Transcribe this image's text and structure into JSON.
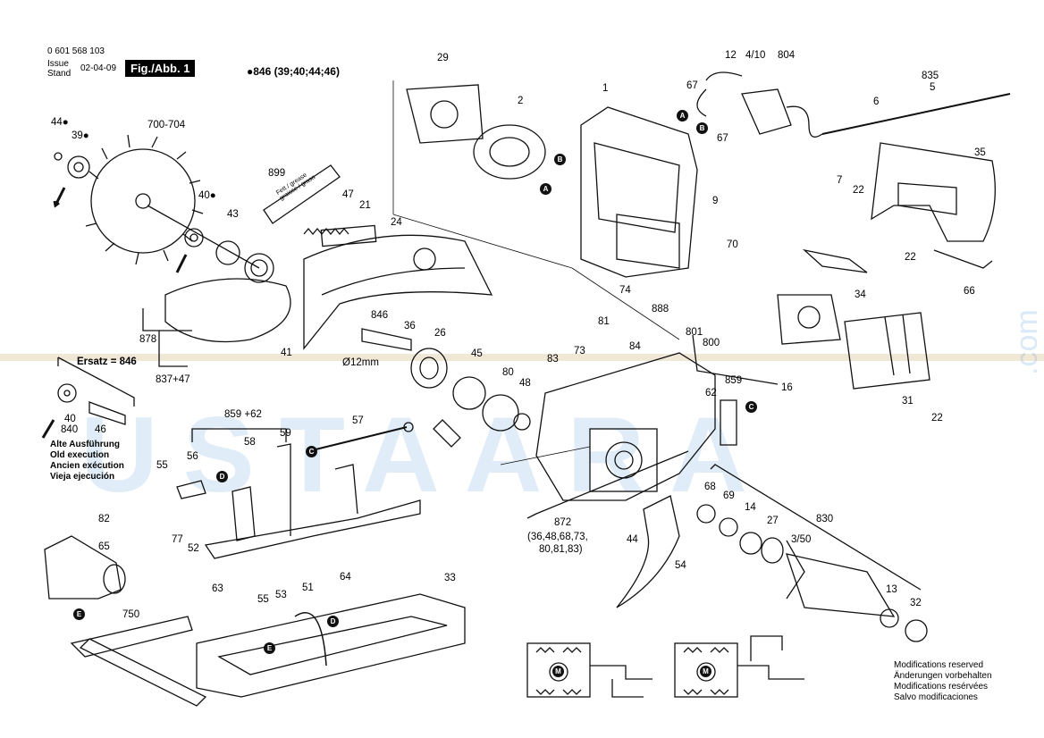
{
  "header": {
    "part_number": "0 601 568 103",
    "issue_label": "Issue",
    "stand_label": "Stand",
    "issue_date": "02-04-09",
    "figure_label": "Fig./Abb. 1",
    "note": "●846 (39;40;44;46)"
  },
  "watermark": {
    "text": "USTAARA",
    "domain": ".com"
  },
  "labels": {
    "l29": "29",
    "l2": "2",
    "l1": "1",
    "l12": "12",
    "l4_10": "4/10",
    "l804": "804",
    "l835": "835",
    "l5": "5",
    "l67a": "67",
    "l67b": "67",
    "l6": "6",
    "l35": "35",
    "l7": "7",
    "l22a": "22",
    "l22b": "22",
    "l22c": "22",
    "l44a": "44●",
    "l39": "39●",
    "l700_704": "700-704",
    "l40a": "40●",
    "l43": "43",
    "l899": "899",
    "l47": "47",
    "l21": "21",
    "l24": "24",
    "l9": "9",
    "l70": "70",
    "l74": "74",
    "l888": "888",
    "l34": "34",
    "l66": "66",
    "l878": "878",
    "l837_47": "837+47",
    "l41": "41",
    "l846a": "846",
    "l36": "36",
    "l26": "26",
    "l12mm": "Ø12mm",
    "l45": "45",
    "l81": "81",
    "l73": "73",
    "l84": "84",
    "l83": "83",
    "l80": "80",
    "l48": "48",
    "l801": "801",
    "l800": "800",
    "l16": "16",
    "l859": "859",
    "l62": "62",
    "l31": "31",
    "ersatz": "Ersatz = 846",
    "l40b": "40",
    "l840": "840",
    "l46": "46",
    "l859_62": "859 +62",
    "l57": "57",
    "l58": "58",
    "l59": "59",
    "l56": "56",
    "l55a": "55",
    "l77": "77",
    "l52": "52",
    "l82": "82",
    "l65": "65",
    "l63": "63",
    "l51": "51",
    "l55b": "55",
    "l53": "53",
    "l64": "64",
    "l33": "33",
    "l750": "750",
    "l872": "872",
    "l872sub": "(36,48,68,73,",
    "l872sub2": "80,81,83)",
    "l44b": "44",
    "l54": "54",
    "l68": "68",
    "l69": "69",
    "l14": "14",
    "l27": "27",
    "l3_50": "3/50",
    "l830": "830",
    "l13": "13",
    "l32": "32"
  },
  "markers": {
    "A": "A",
    "B": "B",
    "C": "C",
    "D": "D",
    "E": "E",
    "M": "M"
  },
  "old_execution": [
    "Alte Ausführung",
    "Old execution",
    "Ancien exécution",
    "Vieja ejecución"
  ],
  "modifications": [
    "Modifications reserved",
    "Änderungen vorbehalten",
    "Modifications resérvées",
    "Salvo modificaciones"
  ],
  "tube_text": "Fett / grease\ngraisse / grasa",
  "colors": {
    "line": "#111111",
    "watermark": "#0070c8",
    "highlight": "#c8a060"
  }
}
